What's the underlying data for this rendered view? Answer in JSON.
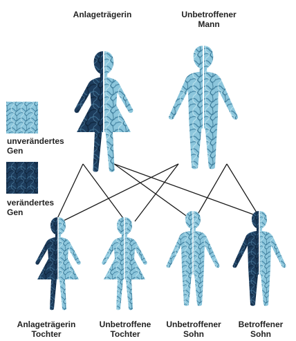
{
  "parents": {
    "mother_label": "Anlageträgerin",
    "father_label_line1": "Unbetroffener",
    "father_label_line2": "Mann"
  },
  "legend": {
    "unchanged_line1": "unverändertes",
    "unchanged_line2": "Gen",
    "changed_line1": "verändertes",
    "changed_line2": "Gen"
  },
  "children": [
    {
      "line1": "Anlageträgerin",
      "line2": "Tochter"
    },
    {
      "line1": "Unbetroffene",
      "line2": "Tochter"
    },
    {
      "line1": "Unbetroffener",
      "line2": "Sohn"
    },
    {
      "line1": "Betroffener",
      "line2": "Sohn"
    }
  ],
  "colors": {
    "changed_gene": "#1d3c5c",
    "unchanged_gene": "#8cc6dc",
    "line": "#1a1a1a"
  }
}
